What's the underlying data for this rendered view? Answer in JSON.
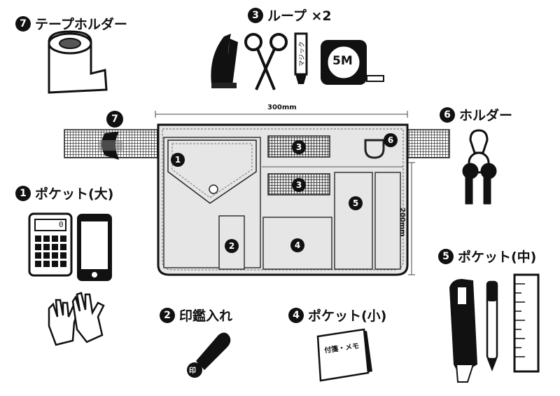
{
  "labels": {
    "tape_holder": {
      "num": "7",
      "text": "テープホルダー"
    },
    "loop": {
      "num": "3",
      "text": "ループ ×2"
    },
    "holder": {
      "num": "6",
      "text": "ホルダー"
    },
    "pocket_large": {
      "num": "1",
      "text": "ポケット(大)"
    },
    "stamp_case": {
      "num": "2",
      "text": "印鑑入れ"
    },
    "pocket_small": {
      "num": "4",
      "text": "ポケット(小)"
    },
    "pocket_medium": {
      "num": "5",
      "text": "ポケット(中)"
    }
  },
  "dimensions": {
    "width": "300mm",
    "height": "200mm"
  },
  "items": {
    "tape_measure": "5M",
    "marker": "マジック",
    "memo": "付箋・メモ",
    "stamp": "印",
    "calculator_display": "0"
  },
  "pouch_markers": [
    "1",
    "2",
    "3",
    "3",
    "4",
    "5",
    "6",
    "7"
  ]
}
